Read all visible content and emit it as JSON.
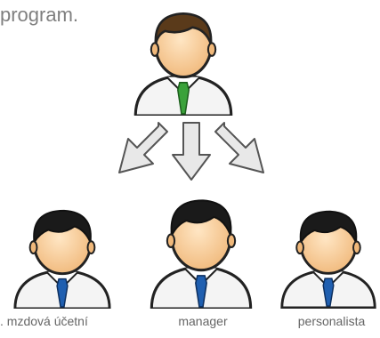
{
  "text_fragment": "program.",
  "nodes": {
    "top": {
      "tie_color": "#3aa23a"
    },
    "children": [
      {
        "label": ". mzdová účetní",
        "tie_color": "#1f5fb0"
      },
      {
        "label": "manager",
        "tie_color": "#1f5fb0"
      },
      {
        "label": "personalista",
        "tie_color": "#1f5fb0"
      }
    ]
  },
  "colors": {
    "text": "#7f7f7f",
    "arrow_fill": "#e8e8e8",
    "arrow_stroke": "#555555"
  }
}
